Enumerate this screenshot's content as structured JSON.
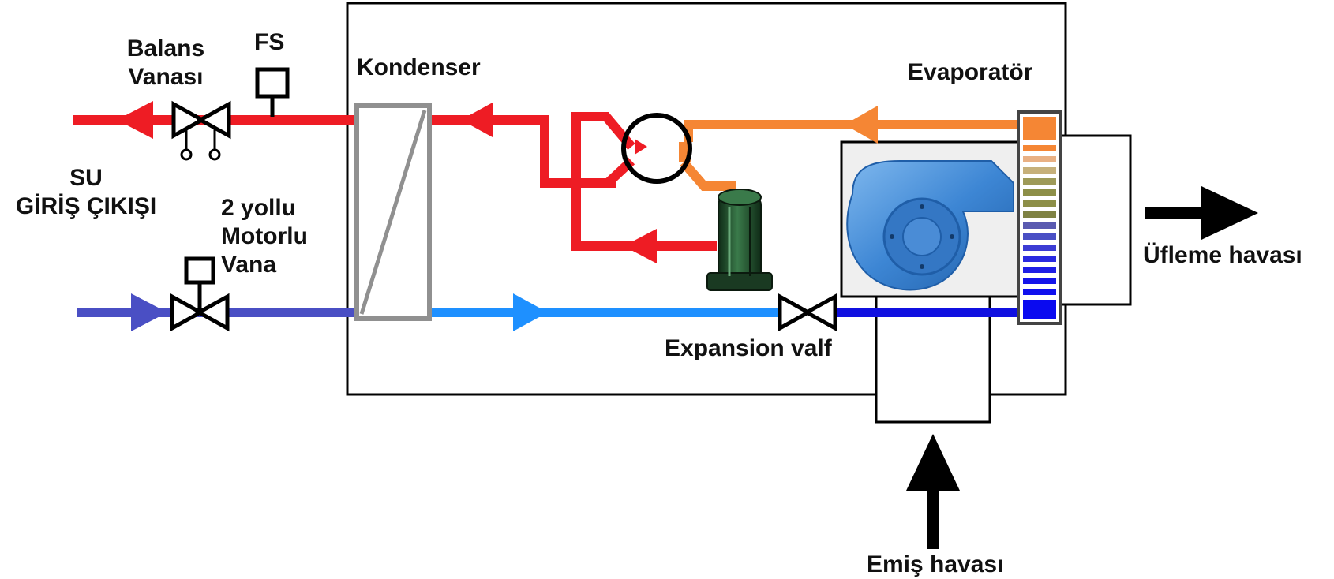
{
  "labels": {
    "balans_line1": "Balans",
    "balans_line2": "Vanası",
    "fs": "FS",
    "kondenser": "Kondenser",
    "evaporator": "Evaporatör",
    "su_line1": "SU",
    "su_line2": "GİRİŞ ÇIKIŞI",
    "motor_line1": "2 yollu",
    "motor_line2": "Motorlu",
    "motor_line3": "Vana",
    "expansion": "Expansion valf",
    "ufleme": "Üfleme havası",
    "emis": "Emiş havası"
  },
  "colors": {
    "hot_red": "#ee1c24",
    "refrigerant_orange": "#f58634",
    "water_blue_in": "#4a4fc4",
    "liquid_light_blue": "#1e90ff",
    "evap_blue": "#1010e0",
    "compressor_green": "#1f4a2a",
    "fan_blue": "#3d86d4",
    "outline": "#000000",
    "condenser_gray": "#909090"
  },
  "icons": [
    "balance-valve-icon",
    "flow-switch-icon",
    "motorized-valve-icon",
    "four-way-valve-icon",
    "compressor-icon",
    "expansion-valve-icon",
    "fan-icon",
    "arrow-icon"
  ]
}
